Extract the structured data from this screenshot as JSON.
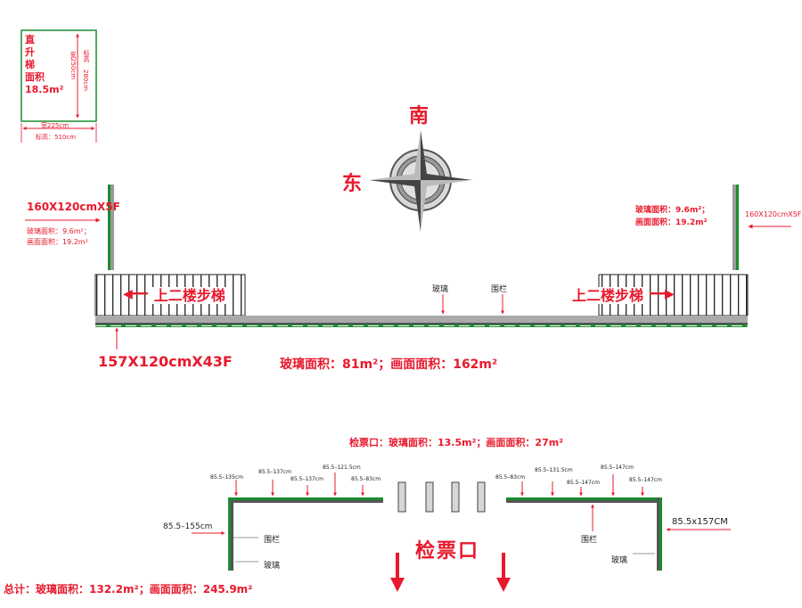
{
  "colors": {
    "red": "#e8192c",
    "green": "#1a8c2e",
    "gray": "#9a9a9a",
    "dark": "#333333"
  },
  "elevator": {
    "lines": [
      "直",
      "升",
      "梯",
      "面积"
    ],
    "area": "18.5m²",
    "width_label": "宽225cm",
    "height_label": "标高：510cm",
    "side_label_1": "标高",
    "side_label_2": "280cm",
    "side_label_3": "宽250cm"
  },
  "compass": {
    "south": "南",
    "east": "东"
  },
  "left_panel": {
    "spec": "160X120cmX5F",
    "glass": "玻璃面积：9.6m²；",
    "paint": "画面面积：19.2m²"
  },
  "right_panel": {
    "spec": "160X120cmX5F",
    "glass": "玻璃面积：9.6m²；",
    "paint": "画面面积：19.2m²"
  },
  "stairs": {
    "left_label": "上二楼步梯",
    "right_label": "上二楼步梯"
  },
  "corridor": {
    "glass_label": "玻璃",
    "fence_label": "围栏",
    "spec": "157X120cmX43F",
    "area": "玻璃面积：81m²；画面面积：162m²"
  },
  "ticket": {
    "title": "检票口：玻璃面积：13.5m²；画面面积：27m²",
    "center_label": "检票口",
    "left_dims": [
      "85.5–135cm",
      "85.5–137cm",
      "85.5–137cm",
      "85.5–121.5cm",
      "85.5–83cm"
    ],
    "left_side": "85.5–155cm",
    "left_fence": "围栏",
    "left_glass": "玻璃",
    "right_dims": [
      "85.5–83cm",
      "85.5–131.5cm",
      "85.5–147cm",
      "85.5–147cm",
      "85.5–147cm"
    ],
    "right_side": "85.5x157CM",
    "right_fence": "围栏",
    "right_glass": "玻璃"
  },
  "total": "总计：玻璃面积：132.2m²；画面面积：245.9m²"
}
